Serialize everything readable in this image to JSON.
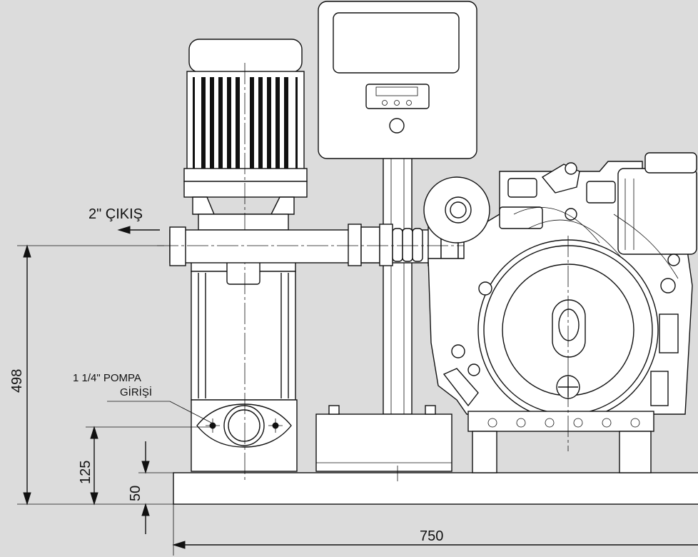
{
  "labels": {
    "outlet": "2\" ÇIKIŞ",
    "inlet_line1": "1 1/4\" POMPA",
    "inlet_line2": "GİRİŞİ"
  },
  "dimensions": {
    "height_total": "498",
    "inlet_height": "125",
    "base_height": "50",
    "width": "750"
  },
  "colors": {
    "background": "#dcdcdc",
    "line": "#111111",
    "fill": "#ffffff"
  }
}
